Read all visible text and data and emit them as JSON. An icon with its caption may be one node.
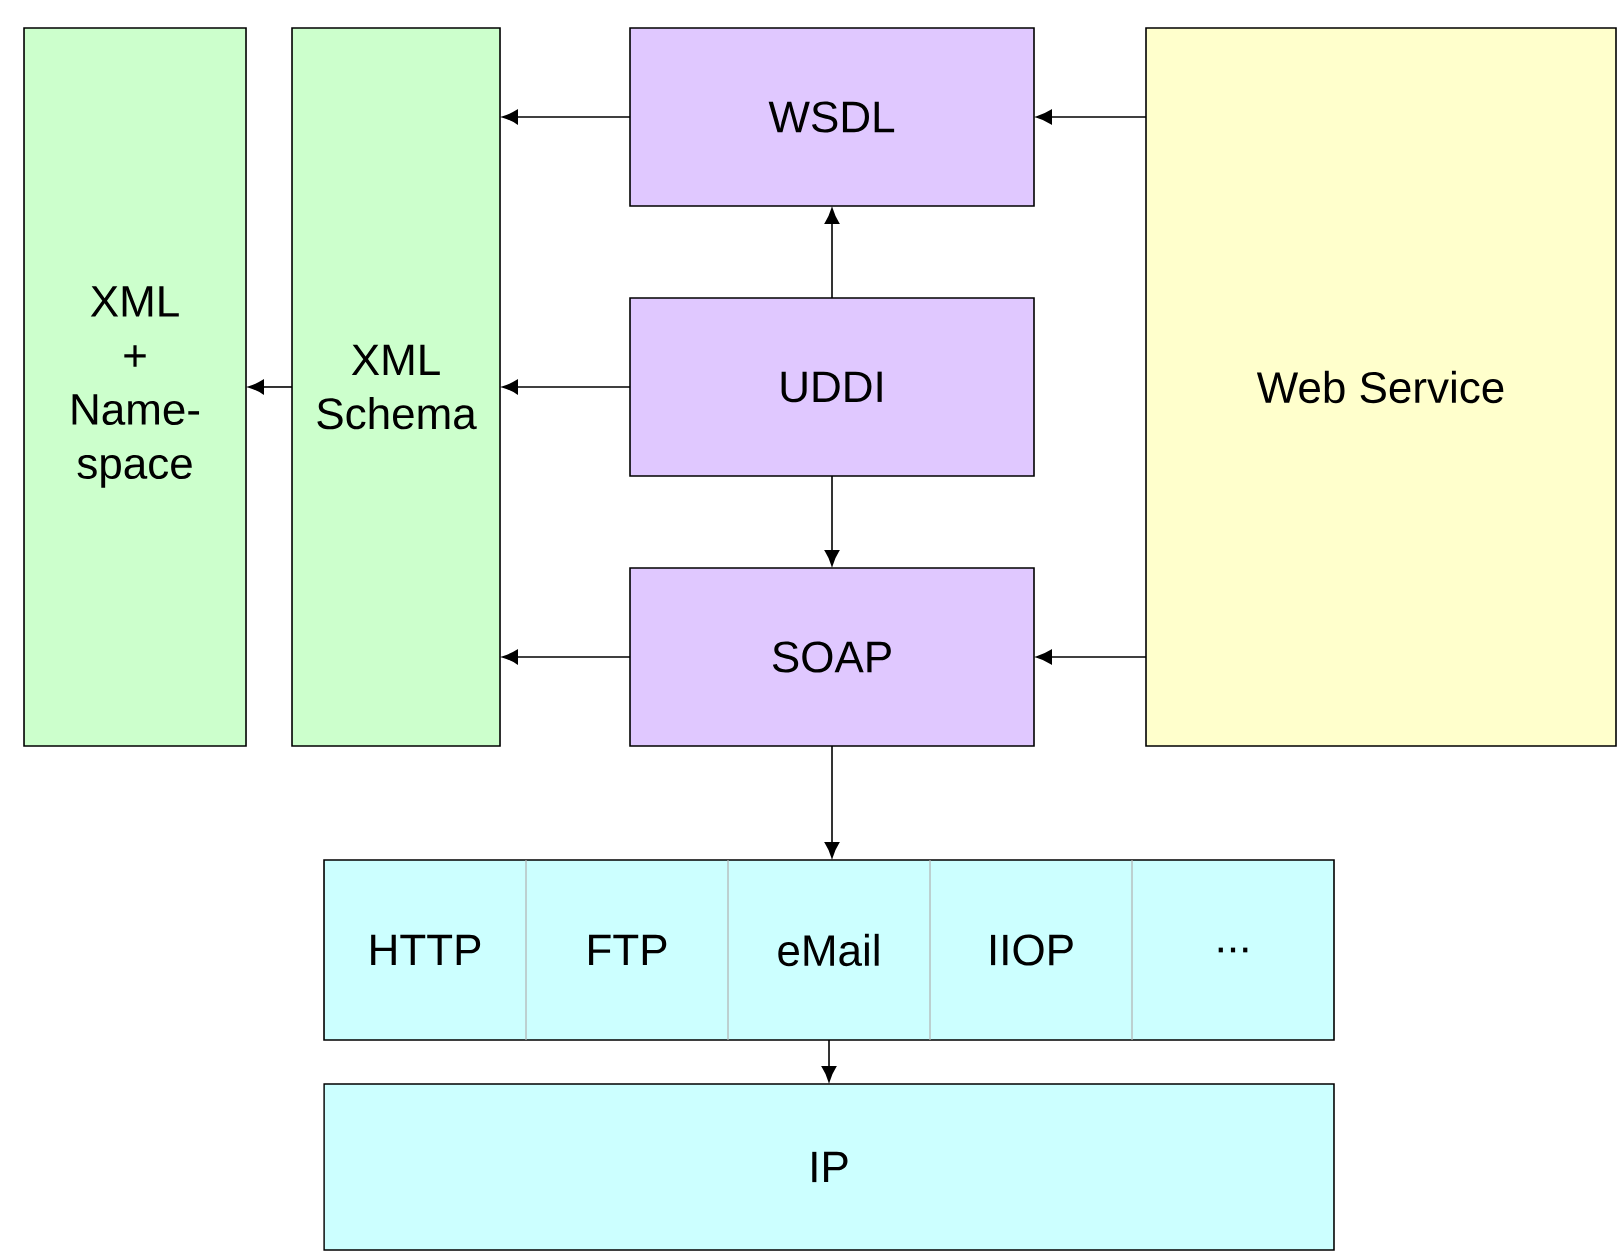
{
  "diagram": {
    "nodes": [
      {
        "text": [
          "XML + Name- space"
        ]
      },
      {
        "text": [
          "XML Schema"
        ]
      },
      {
        "text": [
          "WSDL"
        ]
      },
      {
        "text": [
          "UDDI"
        ]
      },
      {
        "text": [
          "SOAP"
        ]
      },
      {
        "text": [
          "Web Service"
        ]
      },
      {
        "text": [],
        "shape": "box"
      },
      {
        "text": [
          "HTTP"
        ],
        "in": 6
      },
      {
        "text": [
          "FTP"
        ],
        "in": 6
      },
      {
        "text": [
          "eMail"
        ],
        "in": 6
      },
      {
        "text": [
          "IIOP"
        ],
        "in": 6
      },
      {
        "text": [
          "..."
        ],
        "in": 6
      },
      {
        "text": [
          "IP"
        ]
      }
    ],
    "edges": [
      {
        "from": 1,
        "to": 0,
        "arrow": "to"
      },
      {
        "from": 2,
        "to": 1,
        "arrow": "to"
      },
      {
        "from": 5,
        "to": 2,
        "arrow": "to"
      },
      {
        "from": 3,
        "to": 2,
        "arrow": "to"
      },
      {
        "from": 3,
        "to": 1,
        "arrow": "to"
      },
      {
        "from": 3,
        "to": 4,
        "arrow": "to"
      },
      {
        "from": 4,
        "to": 1,
        "arrow": "to"
      },
      {
        "from": 5,
        "to": 4,
        "arrow": "to"
      },
      {
        "from": 4,
        "to": 6,
        "arrow": "to"
      },
      {
        "from": 6,
        "to": 12,
        "arrow": "to"
      }
    ]
  }
}
